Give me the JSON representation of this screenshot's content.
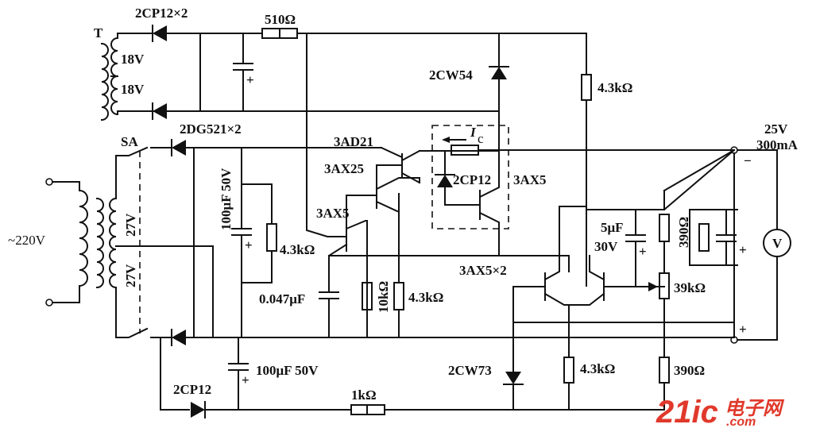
{
  "labels": {
    "transformer_t": "T",
    "sec_18v_top": "18V",
    "sec_18v_bottom": "18V",
    "sec_27v_top": "27V",
    "sec_27v_bottom": "27V",
    "mains": "~220V",
    "switch_sa": "SA",
    "diode_2cp12x2": "2CP12×2",
    "res_510": "510Ω",
    "zener_2cw54": "2CW54",
    "res_43k_top": "4.3kΩ",
    "diode_2dg521": "2DG521×2",
    "cap_100uf_50v_top": "100μF  50V",
    "res_43k_left": "4.3kΩ",
    "q_3ad21": "3AD21",
    "q_3ax25": "3AX25",
    "q_3ax5_left": "3AX5",
    "ic_label_i": "I",
    "ic_label_c": "c",
    "zener_2cp12_inner": "2CP12",
    "q_3ax5_right": "3AX5",
    "q_3ax5x2": "3AX5×2",
    "cap_0047": "0.047μF",
    "res_10k": "10kΩ",
    "res_43k_mid": "4.3kΩ",
    "cap_5uf": "5μF",
    "cap_30v": "30V",
    "res_390_top": "390Ω",
    "res_39k": "39kΩ",
    "out_25v": "25V",
    "out_300ma": "300mA",
    "minus_sign": "−",
    "plus_sign": "+",
    "voltmeter": "V",
    "zener_2cw73": "2CW73",
    "res_43k_bottom": "4.3kΩ",
    "res_390_bottom": "390Ω",
    "cap_100uf_50v_bottom": "100μF  50V",
    "diode_2cp12": "2CP12",
    "res_1k": "1kΩ",
    "watermark_21ic": "21ic",
    "watermark_cn": "电子网",
    "watermark_com": ".com"
  }
}
